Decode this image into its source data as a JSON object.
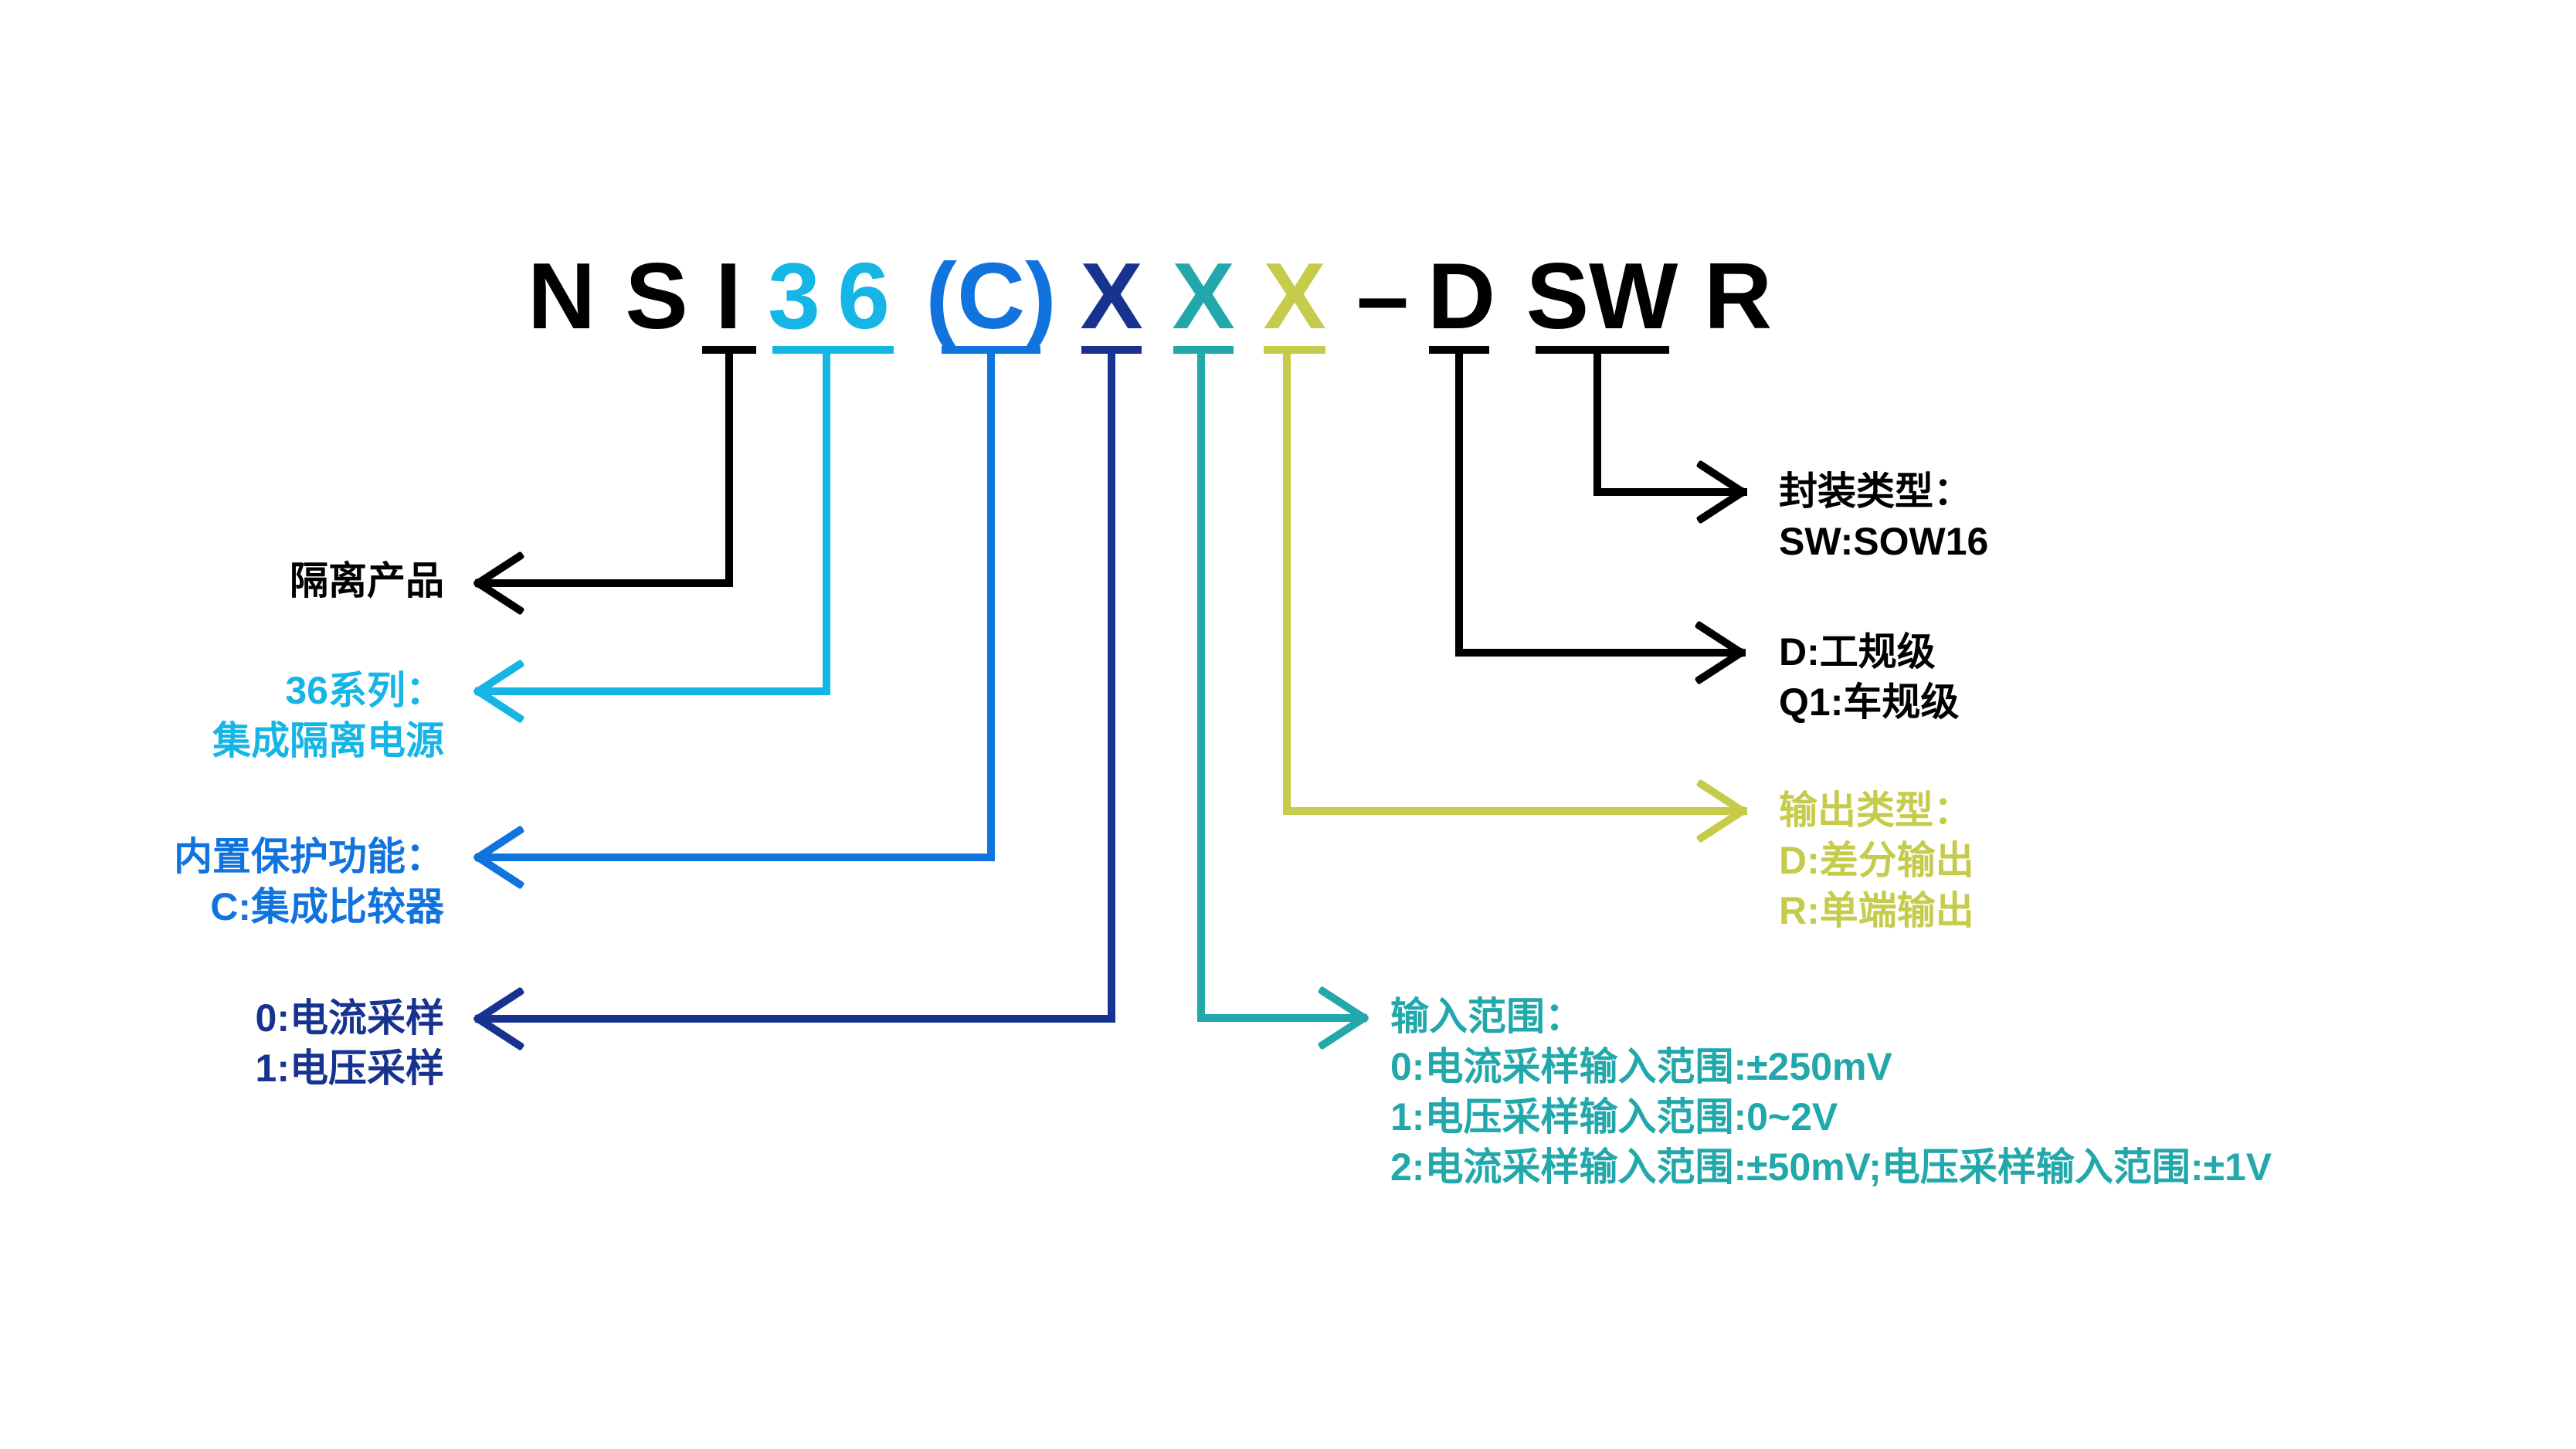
{
  "part_number": {
    "display": "N S I 3 6 (C) X X X – D SW R",
    "segments": [
      {
        "text": "N",
        "color": "#000000"
      },
      {
        "text": "S",
        "color": "#000000"
      },
      {
        "text": "I",
        "color": "#000000"
      },
      {
        "text": "3",
        "color": "#15B5E6"
      },
      {
        "text": "6",
        "color": "#15B5E6"
      },
      {
        "text": "(C)",
        "color": "#1173DE"
      },
      {
        "text": "X",
        "color": "#17338F"
      },
      {
        "text": "X",
        "color": "#22A8AB"
      },
      {
        "text": "X",
        "color": "#C6CB4B"
      },
      {
        "text": "–",
        "color": "#000000"
      },
      {
        "text": "D",
        "color": "#000000"
      },
      {
        "text": "SW",
        "color": "#000000"
      },
      {
        "text": "R",
        "color": "#000000"
      }
    ]
  },
  "callouts": {
    "isolation": {
      "color": "#000000",
      "lines": [
        "隔离产品"
      ]
    },
    "series": {
      "color": "#15B5E6",
      "lines": [
        "36系列：",
        "集成隔离电源"
      ]
    },
    "protection": {
      "color": "#1173DE",
      "lines": [
        "内置保护功能：",
        "C:集成比较器"
      ]
    },
    "sampling": {
      "color": "#17338F",
      "lines": [
        "0:电流采样",
        "1:电压采样"
      ]
    },
    "input_range": {
      "color": "#22A8AB",
      "lines": [
        "输入范围：",
        "0:电流采样输入范围:±250mV",
        "1:电压采样输入范围:0~2V",
        "2:电流采样输入范围:±50mV;电压采样输入范围:±1V"
      ]
    },
    "output": {
      "color": "#C6CB4B",
      "lines": [
        "输出类型：",
        "D:差分输出",
        "R:单端输出"
      ]
    },
    "grade": {
      "color": "#000000",
      "lines": [
        "D:工规级",
        "Q1:车规级"
      ]
    },
    "package": {
      "color": "#000000",
      "lines": [
        "封装类型：",
        "SW:SOW16"
      ]
    }
  },
  "palette": {
    "black": "#000000",
    "cyan": "#15B5E6",
    "blue": "#1173DE",
    "navy": "#17338F",
    "teal": "#22A8AB",
    "yellow_green": "#C6CB4B",
    "background": "#FFFFFF"
  }
}
